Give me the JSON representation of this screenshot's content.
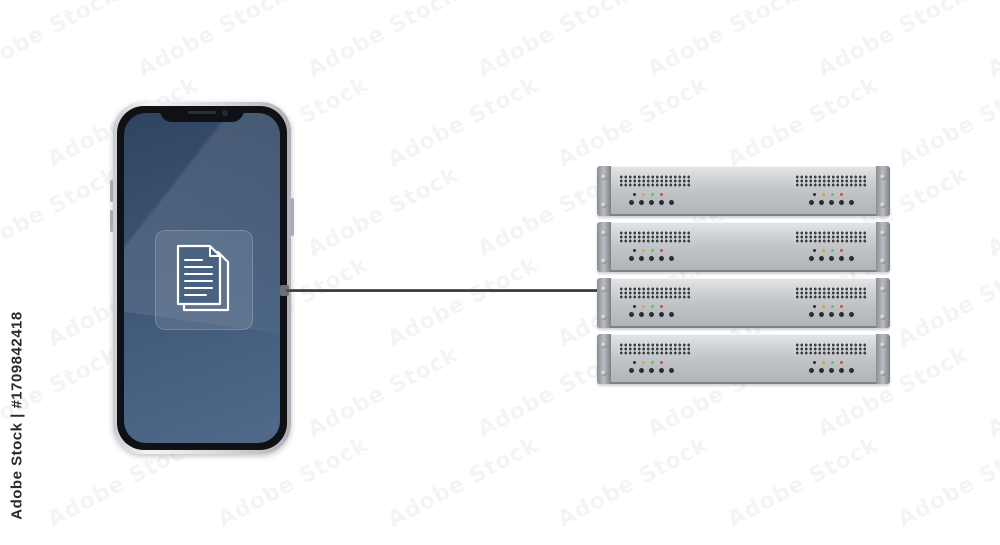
{
  "image": {
    "kind": "illustration",
    "background": "#ffffff"
  },
  "watermark": {
    "text": "Adobe Stock",
    "color": "#000000"
  },
  "stock_id": {
    "text": "Adobe Stock | #1709842418"
  },
  "phone": {
    "screen_color": "#3d5676",
    "frame_color": "#d7dade",
    "screen_icon": "document-icon"
  },
  "connection": {
    "from": "phone",
    "to": "server-rack",
    "color": "#2e3134"
  },
  "server_rack": {
    "units": [
      {
        "id": "server-unit-1"
      },
      {
        "id": "server-unit-2"
      },
      {
        "id": "server-unit-3"
      },
      {
        "id": "server-unit-4"
      }
    ],
    "led_colors": {
      "off": "#2b2e31",
      "amber": "#d9a441",
      "green": "#6cbf5a",
      "red": "#d05040"
    }
  }
}
